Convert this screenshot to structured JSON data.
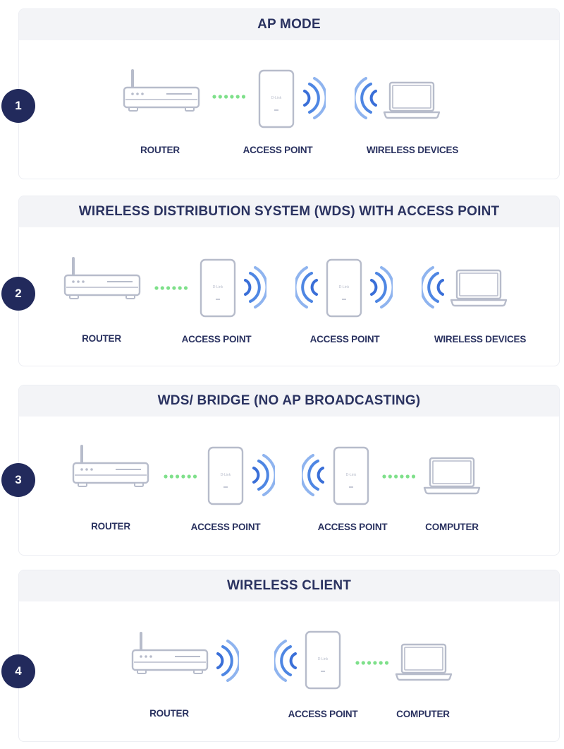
{
  "colors": {
    "navy": "#222a5c",
    "label": "#2a3260",
    "outline": "#b7bccb",
    "wifi_blue": "#3a6fd8",
    "wifi_light": "#8fb4ef",
    "dots_green": "#7ee08a",
    "panel_header": "#f3f4f7"
  },
  "device_mark": "D-Link",
  "sections": [
    {
      "number": "1",
      "title": "AP MODE",
      "labels": [
        "ROUTER",
        "ACCESS POINT",
        "WIRELESS DEVICES"
      ]
    },
    {
      "number": "2",
      "title": "WIRELESS DISTRIBUTION SYSTEM (WDS) WITH ACCESS POINT",
      "labels": [
        "ROUTER",
        "ACCESS POINT",
        "ACCESS POINT",
        "WIRELESS DEVICES"
      ]
    },
    {
      "number": "3",
      "title": "WDS/ BRIDGE (NO AP BROADCASTING)",
      "labels": [
        "ROUTER",
        "ACCESS POINT",
        "ACCESS POINT",
        "COMPUTER"
      ]
    },
    {
      "number": "4",
      "title": "WIRELESS CLIENT",
      "labels": [
        "ROUTER",
        "ACCESS POINT",
        "COMPUTER"
      ]
    }
  ]
}
